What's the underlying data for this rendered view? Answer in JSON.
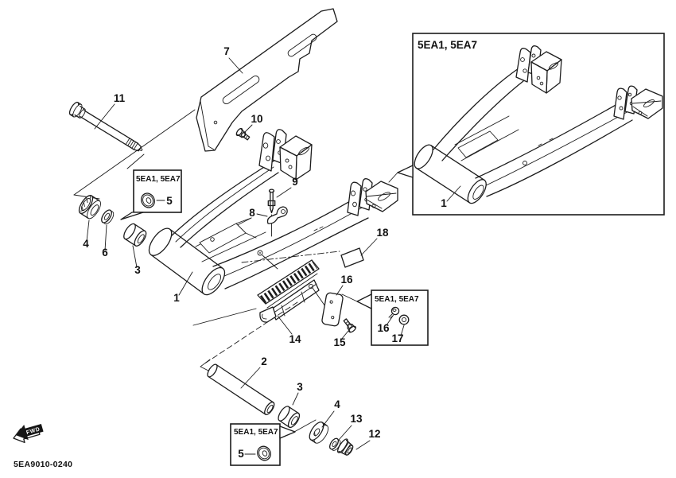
{
  "diagram": {
    "insets": {
      "top_right_label": "5EA1, 5EA7",
      "mid_left_label": "5EA1, 5EA7",
      "bottom_label": "5EA1, 5EA7",
      "fasteners_label": "5EA1, 5EA7"
    },
    "callouts": {
      "c1": "1",
      "c1_inset": "1",
      "c2": "2",
      "c3": "3",
      "c3_lower": "3",
      "c4": "4",
      "c4_lower": "4",
      "c5_mid": "5",
      "c5_bottom": "5",
      "c6": "6",
      "c7": "7",
      "c8": "8",
      "c9": "9",
      "c10": "10",
      "c11": "11",
      "c12": "12",
      "c13": "13",
      "c14": "14",
      "c15": "15",
      "c16": "16",
      "c16_box": "16",
      "c17_box": "17",
      "c18": "18"
    },
    "footer_code": "5EA9010-0240",
    "stamp_label": "FWD",
    "colors": {
      "line": "#1c1c1c",
      "background": "#ffffff",
      "text": "#111111"
    }
  }
}
